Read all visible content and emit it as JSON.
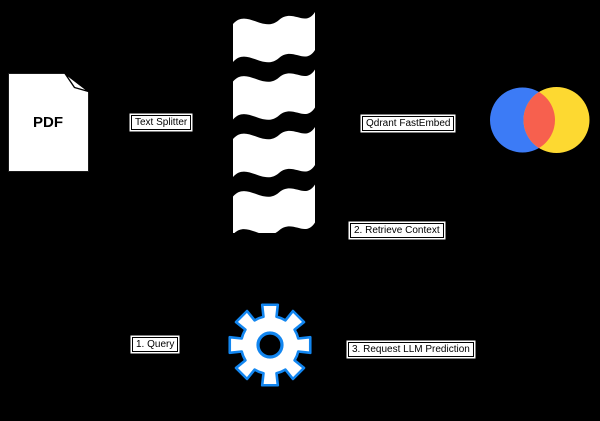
{
  "canvas": {
    "background": "#000000"
  },
  "pdf_node": {
    "label": "PDF"
  },
  "chunks_node": {
    "pieces": 4
  },
  "labels": {
    "text_splitter": "Text Splitter",
    "qdrant_fastembed": "Qdrant FastEmbed",
    "retrieve_context": "2. Retrieve Context",
    "query": "1. Query",
    "request_llm": "3. Request LLM Prediction"
  },
  "colors": {
    "embedding_blue": "#3C7BF6",
    "embedding_red": "#F7604E",
    "embedding_yellow": "#FDD931",
    "gear_blue": "#1286F0",
    "paper_white": "#FFFFFF"
  }
}
